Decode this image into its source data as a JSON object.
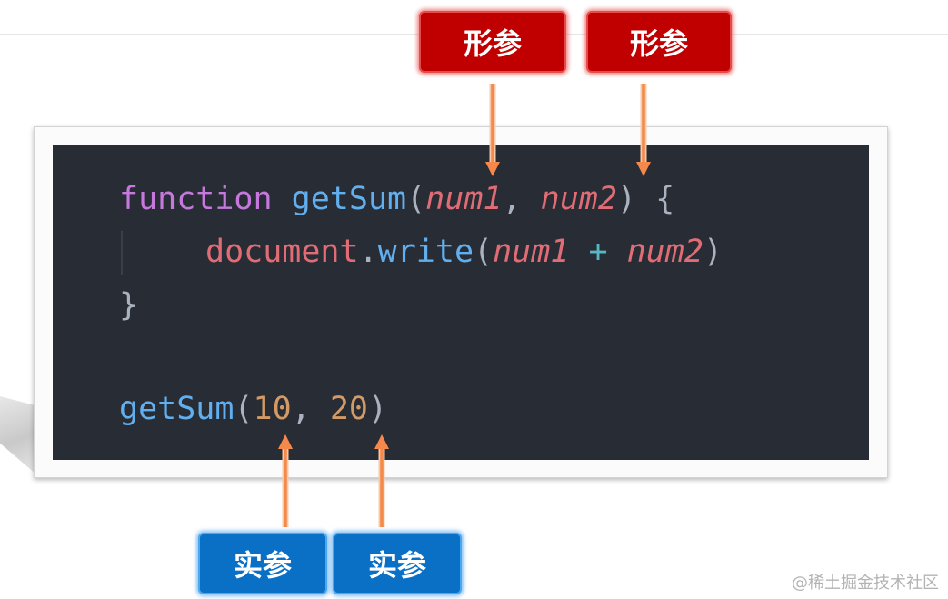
{
  "code": {
    "line1": {
      "keyword": "function",
      "name": "getSum",
      "open": "(",
      "param1": "num1",
      "comma": ", ",
      "param2": "num2",
      "close": ") {"
    },
    "line2": {
      "object": "document",
      "dot": ".",
      "method": "write",
      "open": "(",
      "arg1": "num1",
      "plus": " + ",
      "arg2": "num2",
      "close": ")"
    },
    "line3": {
      "brace": "}"
    },
    "line5": {
      "name": "getSum",
      "open": "(",
      "value1": "10",
      "comma": ", ",
      "value2": "20",
      "close": ")"
    }
  },
  "labels": {
    "formal_param_1": "形参",
    "formal_param_2": "形参",
    "actual_arg_1": "实参",
    "actual_arg_2": "实参"
  },
  "watermark": "@稀土掘金技术社区",
  "colors": {
    "editor_background": "#282c34",
    "keyword": "#c678dd",
    "function_name": "#61afef",
    "parameter": "#e06c75",
    "number": "#d19a66",
    "operator": "#56b6c2",
    "formal_param_label": "#c00000",
    "actual_arg_label": "#0a70c6",
    "arrow": "#f4894b"
  }
}
